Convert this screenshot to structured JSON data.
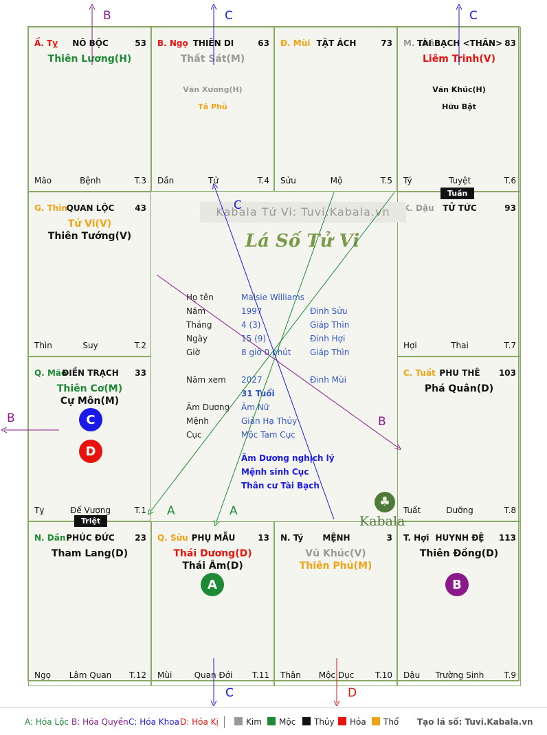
{
  "colors": {
    "kim": "#999999",
    "moc": "#1d8a35",
    "thuy": "#111111",
    "hoa": "#e8130c",
    "tho": "#f0a316",
    "b_purple": "#8a1a8a",
    "c_blue": "#1a1ae6"
  },
  "palaces": [
    {
      "can": "Ấ. Tỵ",
      "can_color": "#e8130c",
      "name": "NÔ BỘC",
      "num": "53",
      "majors": [
        {
          "t": "Thiên Lương(H)",
          "c": "#1d8a35"
        }
      ],
      "minors": [],
      "b1": "Mão",
      "b2": "Bệnh",
      "b3": "T.3"
    },
    {
      "can": "B. Ngọ",
      "can_color": "#e8130c",
      "name": "THIÊN DI",
      "num": "63",
      "majors": [
        {
          "t": "Thất Sát(M)",
          "c": "#999999"
        }
      ],
      "minors": [
        {
          "t": "Văn Xương(H)",
          "c": "#999999"
        },
        {
          "t": "Tả Phù",
          "c": "#f0a316"
        }
      ],
      "b1": "Dần",
      "b2": "Tử",
      "b3": "T.4"
    },
    {
      "can": "Đ. Mùi",
      "can_color": "#f0a316",
      "name": "TẬT ÁCH",
      "num": "73",
      "majors": [],
      "minors": [],
      "b1": "Sửu",
      "b2": "Mộ",
      "b3": "T.5"
    },
    {
      "can": "M. Thân",
      "can_color": "#999999",
      "name": "TÀI BẠCH <THÂN>",
      "num": "83",
      "majors": [
        {
          "t": "Liêm Trinh(V)",
          "c": "#e8130c"
        }
      ],
      "minors": [
        {
          "t": "Văn Khúc(H)",
          "c": "#111111"
        },
        {
          "t": "Hữu Bật",
          "c": "#111111"
        }
      ],
      "b1": "Tý",
      "b2": "Tuyệt",
      "b3": "T.6"
    },
    {
      "can": "G. Thìn",
      "can_color": "#f0a316",
      "name": "QUAN LỘC",
      "num": "43",
      "majors": [
        {
          "t": "Tử Vi(V)",
          "c": "#f0a316"
        },
        {
          "t": "Thiên Tướng(V)",
          "c": "#111111"
        }
      ],
      "minors": [],
      "b1": "Thìn",
      "b2": "Suy",
      "b3": "T.2"
    },
    {
      "can": "K. Dậu",
      "can_color": "#999999",
      "name": "TỬ TỨC",
      "num": "93",
      "majors": [],
      "minors": [],
      "b1": "Hợi",
      "b2": "Thai",
      "b3": "T.7"
    },
    {
      "can": "Q. Mão",
      "can_color": "#1d8a35",
      "name": "ĐIỀN TRẠCH",
      "num": "33",
      "majors": [
        {
          "t": "Thiên Cơ(M)",
          "c": "#1d8a35"
        },
        {
          "t": "Cự Môn(M)",
          "c": "#111111"
        }
      ],
      "minors": [],
      "b1": "Tỵ",
      "b2": "Đế Vượng",
      "b3": "T.1"
    },
    {
      "can": "C. Tuất",
      "can_color": "#f0a316",
      "name": "PHU THÊ",
      "num": "103",
      "majors": [
        {
          "t": "Phá Quân(D)",
          "c": "#111111"
        }
      ],
      "minors": [],
      "b1": "Tuất",
      "b2": "Dưỡng",
      "b3": "T.8"
    },
    {
      "can": "N. Dần",
      "can_color": "#1d8a35",
      "name": "PHÚC ĐỨC",
      "num": "23",
      "majors": [
        {
          "t": "Tham Lang(D)",
          "c": "#111111"
        }
      ],
      "minors": [],
      "b1": "Ngọ",
      "b2": "Lâm Quan",
      "b3": "T.12"
    },
    {
      "can": "Q. Sửu",
      "can_color": "#f0a316",
      "name": "PHỤ MẪU",
      "num": "13",
      "majors": [
        {
          "t": "Thái Dương(D)",
          "c": "#e8130c"
        },
        {
          "t": "Thái Âm(D)",
          "c": "#111111"
        }
      ],
      "minors": [],
      "b1": "Mùi",
      "b2": "Quan Đới",
      "b3": "T.11"
    },
    {
      "can": "N. Tý",
      "can_color": "#111111",
      "name": "MỆNH",
      "num": "3",
      "majors": [
        {
          "t": "Vũ Khúc(V)",
          "c": "#999999"
        },
        {
          "t": "Thiên Phủ(M)",
          "c": "#f0a316"
        }
      ],
      "minors": [],
      "b1": "Thân",
      "b2": "Mộc Dục",
      "b3": "T.10"
    },
    {
      "can": "T. Hợi",
      "can_color": "#111111",
      "name": "HUYNH ĐỆ",
      "num": "113",
      "majors": [
        {
          "t": "Thiên Đồng(D)",
          "c": "#111111"
        }
      ],
      "minors": [],
      "b1": "Dậu",
      "b2": "Trường Sinh",
      "b3": "T.9"
    }
  ],
  "badges": {
    "tuan": "Tuần",
    "triet": "Triệt"
  },
  "circles": {
    "c": "C",
    "d": "D",
    "a": "A",
    "b": "B"
  },
  "letters": {
    "a": "A",
    "b": "B",
    "c": "C",
    "d": "D"
  },
  "center": {
    "watermark": "Kabala Tử Vi: Tuvi.Kabala.vn",
    "title": "Lá Số Tử Vi",
    "rows": [
      {
        "l": "Họ tên",
        "v1": "Maisie Williams",
        "v2": ""
      },
      {
        "l": "Năm",
        "v1": "1997",
        "v2": "Đinh Sửu"
      },
      {
        "l": "Tháng",
        "v1": "4  (3)",
        "v2": "Giáp Thìn"
      },
      {
        "l": "Ngày",
        "v1": "15  (9)",
        "v2": "Đinh Hợi"
      },
      {
        "l": "Giờ",
        "v1": "8 giờ 0 phút",
        "v2": "Giáp Thìn"
      },
      {
        "l": "Năm xem",
        "v1": "2027",
        "v2": "Đinh Mùi"
      },
      {
        "l": "",
        "v1": "31 Tuổi",
        "v2": ""
      },
      {
        "l": "Âm Dương",
        "v1": "Âm Nữ",
        "v2": ""
      },
      {
        "l": "Mệnh",
        "v1": "Giản Hạ Thủy",
        "v2": ""
      },
      {
        "l": "Cục",
        "v1": "Mộc Tam Cục",
        "v2": ""
      }
    ],
    "notes": [
      "Âm Dương nghịch lý",
      "Mệnh sinh Cục",
      "Thân cư Tài Bạch"
    ],
    "logo_text": "Kabala"
  },
  "legend": {
    "a": "A: Hóa Lộc",
    "b": "B: Hóa Quyền",
    "c": "C: Hóa Khoa",
    "d": "D: Hóa Kị",
    "kim": "Kim",
    "moc": "Mộc",
    "thuy": "Thủy",
    "hoa": "Hỏa",
    "tho": "Thổ",
    "site": "Tạo lá số: Tuvi.Kabala.vn"
  }
}
